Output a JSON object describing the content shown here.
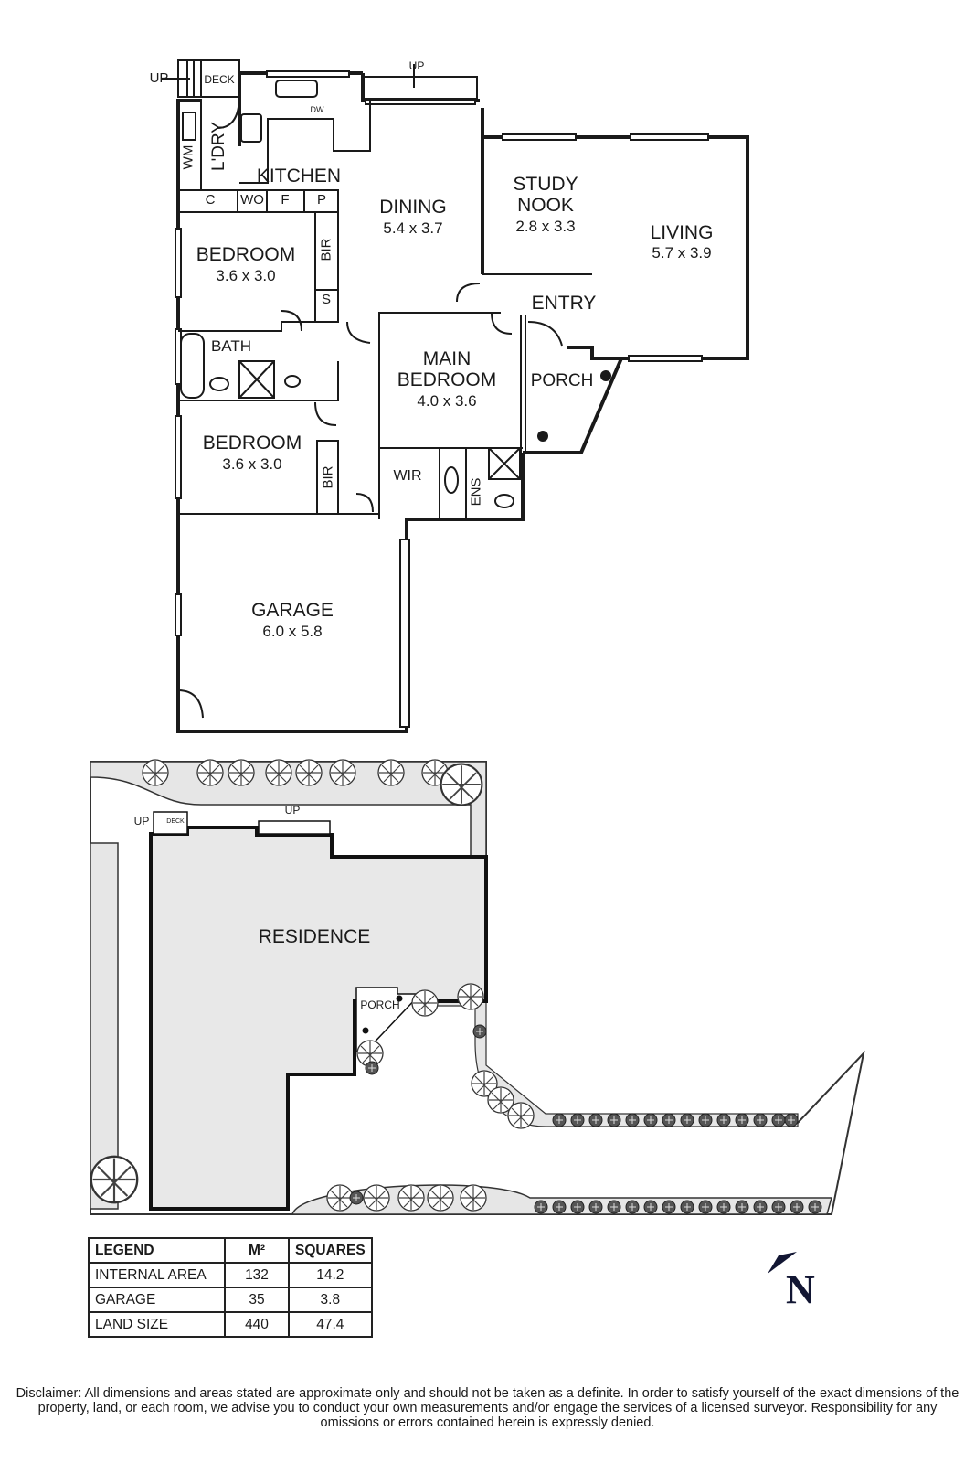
{
  "floorplan": {
    "rooms": [
      {
        "name": "KITCHEN",
        "dims": ""
      },
      {
        "name": "DINING",
        "dims": "5.4 x 3.7"
      },
      {
        "name": "STUDY",
        "name2": "NOOK",
        "dims": "2.8 x 3.3"
      },
      {
        "name": "LIVING",
        "dims": "5.7 x 3.9"
      },
      {
        "name": "BEDROOM",
        "dims": "3.6 x 3.0"
      },
      {
        "name": "BEDROOM",
        "dims": "3.6 x 3.0"
      },
      {
        "name": "MAIN",
        "name2": "BEDROOM",
        "dims": "4.0 x 3.6"
      },
      {
        "name": "GARAGE",
        "dims": "6.0 x 5.8"
      },
      {
        "name": "ENTRY"
      },
      {
        "name": "PORCH"
      },
      {
        "name": "BATH"
      }
    ],
    "small_labels": {
      "up_left": "UP",
      "deck": "DECK",
      "up_top": "UP",
      "dw": "DW",
      "laundry": "L'DRY",
      "wm": "WM",
      "c": "C",
      "wo": "WO",
      "f": "F",
      "p": "P",
      "bir1": "BIR",
      "s": "S",
      "bir2": "BIR",
      "wir": "WIR",
      "ens": "ENS"
    }
  },
  "siteplan": {
    "residence": "RESIDENCE",
    "porch": "PORCH",
    "up_left": "UP",
    "deck": "DECK",
    "up_top": "UP"
  },
  "legend": {
    "headers": [
      "LEGEND",
      "M²",
      "SQUARES"
    ],
    "rows": [
      [
        "INTERNAL AREA",
        "132",
        "14.2"
      ],
      [
        "GARAGE",
        "35",
        "3.8"
      ],
      [
        "LAND SIZE",
        "440",
        "47.4"
      ]
    ]
  },
  "compass": {
    "letter": "N",
    "color": "#121633"
  },
  "disclaimer": "Disclaimer: All dimensions and areas stated are approximate only and should not be taken as a definite. In order to satisfy yourself of the exact dimensions of the property, land, or each room, we advise you to conduct your own measurements and/or engage the services of a licensed surveyor. Responsibility for any omissions or errors contained herein is expressly denied."
}
